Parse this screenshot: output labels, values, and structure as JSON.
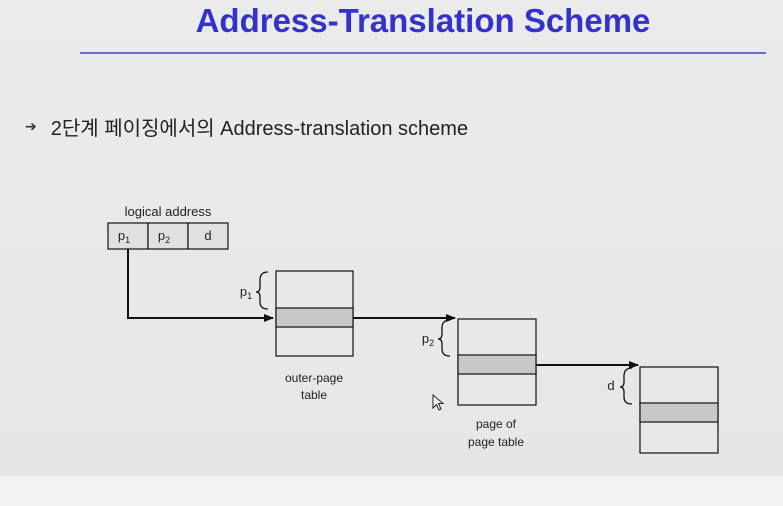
{
  "slide": {
    "title": "Address-Translation Scheme",
    "bullet": "2단계 페이징에서의 Address-translation scheme",
    "bullet_icon": "arrow-bullet-icon"
  },
  "diagram": {
    "logical_address": {
      "caption": "logical address",
      "fields": [
        {
          "main": "p",
          "sub": "1"
        },
        {
          "main": "p",
          "sub": "2"
        },
        {
          "main": "d",
          "sub": ""
        }
      ]
    },
    "tables": [
      {
        "caption_lines": [
          "outer-page",
          "table"
        ],
        "offset": {
          "main": "p",
          "sub": "1"
        }
      },
      {
        "caption_lines": [
          "page of",
          "page table"
        ],
        "offset": {
          "main": "p",
          "sub": "2"
        }
      },
      {
        "caption_lines": [],
        "offset": {
          "main": "d",
          "sub": ""
        }
      }
    ]
  },
  "colors": {
    "title": "#3333cc",
    "rule": "#6a6ad8",
    "highlight_row": "#c8c8c8",
    "box_fill": "#e8e8e8",
    "line": "#111111"
  }
}
